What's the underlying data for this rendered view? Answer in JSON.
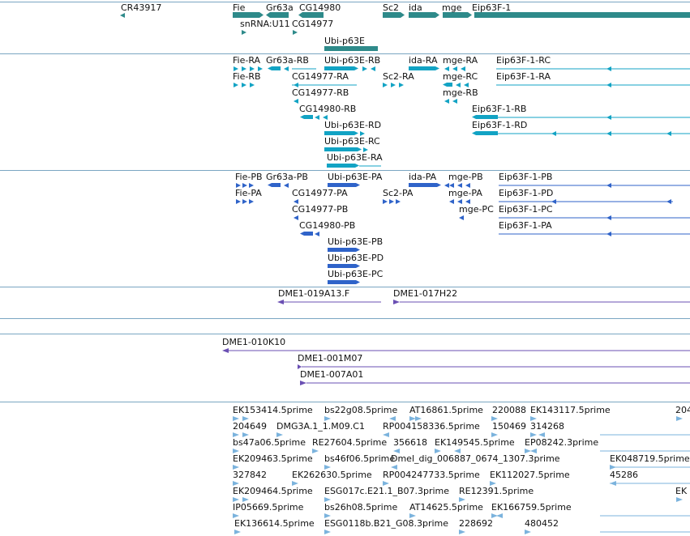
{
  "colors": {
    "gene": "#2e8a8a",
    "transcript": "#12a3c4",
    "protein": "#2f63c9",
    "bac": "#6a4fb3",
    "est": "#7bb3dd",
    "separator": "#7aa6c2"
  },
  "tracks": {
    "genes": {
      "labels": [
        "CR43917",
        "Fie",
        "Gr63a",
        "CG14980",
        "Sc2",
        "ida",
        "mge",
        "Eip63F-1",
        "snRNA:U11",
        "CG14977",
        "Ubi-p63E"
      ]
    },
    "transcripts": {
      "labels": [
        "Fie-RA",
        "Gr63a-RB",
        "Ubi-p63E-RB",
        "ida-RA",
        "mge-RA",
        "Eip63F-1-RC",
        "Fie-RB",
        "CG14977-RA",
        "Sc2-RA",
        "mge-RC",
        "Eip63F-1-RA",
        "CG14977-RB",
        "mge-RB",
        "CG14980-RB",
        "Eip63F-1-RB",
        "Ubi-p63E-RD",
        "Eip63F-1-RD",
        "Ubi-p63E-RC",
        "Ubi-p63E-RA"
      ]
    },
    "proteins": {
      "labels": [
        "Fie-PB",
        "Gr63a-PB",
        "Ubi-p63E-PA",
        "ida-PA",
        "mge-PB",
        "Eip63F-1-PB",
        "Fie-PA",
        "CG14977-PA",
        "Sc2-PA",
        "mge-PA",
        "Eip63F-1-PD",
        "CG14977-PB",
        "mge-PC",
        "Eip63F-1-PC",
        "CG14980-PB",
        "Eip63F-1-PA",
        "Ubi-p63E-PB",
        "Ubi-p63E-PD",
        "Ubi-p63E-PC"
      ]
    },
    "bac_clones": {
      "labels": [
        "DME1-019A13.F",
        "DME1-017H22",
        "DME1-010K10",
        "DME1-001M07",
        "DME1-007A01"
      ]
    },
    "ests": {
      "labels": [
        "EK153414.5prime",
        "bs22g08.5prime",
        "AT16861.5prime",
        "220088",
        "EK143117.5prime",
        "204",
        "204649",
        "DMG3A.1_1.M09.C1",
        "RP004158336.5prime",
        "150469",
        "314268",
        "bs47a06.5prime",
        "RE27604.5prime",
        "356618",
        "EK149545.5prime",
        "EP08242.3prime",
        "EK209463.5prime",
        "bs46f06.5prime",
        "Dmel_dig_006887_0674_1307.3prime",
        "EK048719.5prime",
        "327842",
        "EK262630.5prime",
        "RP004247733.5prime",
        "EK112027.5prime",
        "45286",
        "EK209464.5prime",
        "ESG017c.E21.1_B07.3prime",
        "RE12391.5prime",
        "EK",
        "IP05669.5prime",
        "bs26h08.5prime",
        "AT14625.5prime",
        "EK166759.5prime",
        "EK136614.5prime",
        "ESG0118b.B21_G08.3prime",
        "228692",
        "480452"
      ]
    }
  }
}
